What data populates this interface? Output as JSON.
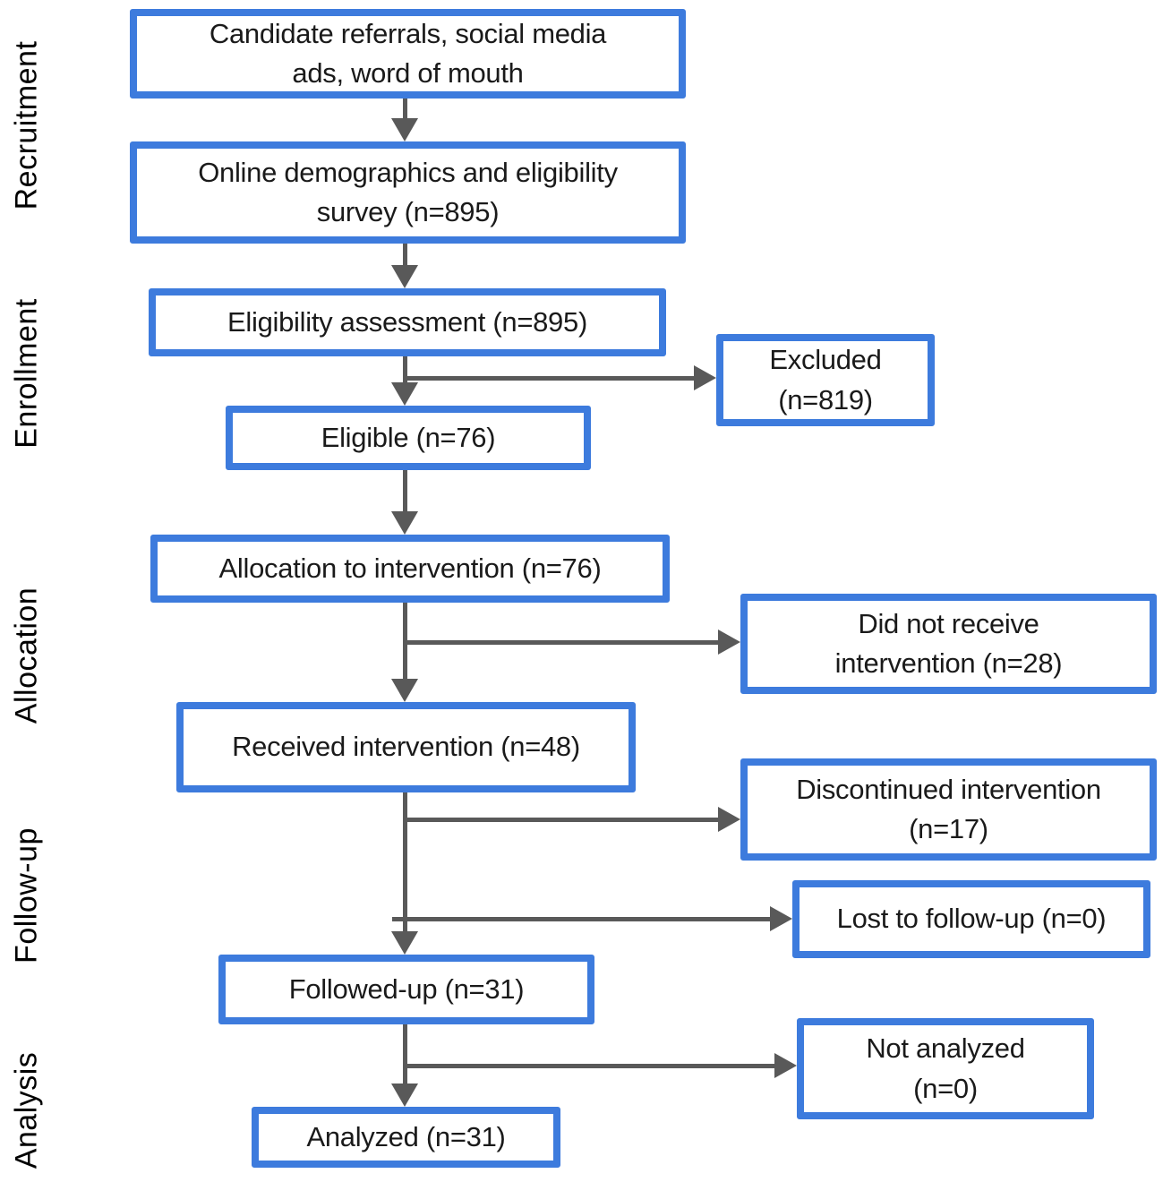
{
  "diagram_type": "consort-flow",
  "colors": {
    "box_border": "#3D7BDD",
    "arrow": "#595959",
    "text": "#1A1A1A",
    "background": "#FFFFFF"
  },
  "stage_labels": [
    "Recruitment",
    "Enrollment",
    "Allocation",
    "Follow-up",
    "Analysis"
  ],
  "nodes": {
    "candidate_referrals": {
      "lines": [
        "Candidate referrals, social media",
        "ads, word of mouth"
      ]
    },
    "survey": {
      "lines": [
        "Online demographics and eligibility",
        "survey (n=895)"
      ]
    },
    "eligibility_assessment": {
      "lines": [
        "Eligibility assessment (n=895)"
      ]
    },
    "excluded": {
      "lines": [
        "Excluded",
        "(n=819)"
      ]
    },
    "eligible": {
      "lines": [
        "Eligible (n=76)"
      ]
    },
    "allocation_to_intervention": {
      "lines": [
        "Allocation to intervention (n=76)"
      ]
    },
    "did_not_receive": {
      "lines": [
        "Did not receive",
        "intervention (n=28)"
      ]
    },
    "received_intervention": {
      "lines": [
        "Received intervention (n=48)"
      ]
    },
    "discontinued_intervention": {
      "lines": [
        "Discontinued intervention",
        "(n=17)"
      ]
    },
    "lost_to_follow_up": {
      "lines": [
        "Lost to follow-up (n=0)"
      ]
    },
    "followed_up": {
      "lines": [
        "Followed-up (n=31)"
      ]
    },
    "not_analyzed": {
      "lines": [
        "Not analyzed",
        "(n=0)"
      ]
    },
    "analyzed": {
      "lines": [
        "Analyzed (n=31)"
      ]
    }
  }
}
